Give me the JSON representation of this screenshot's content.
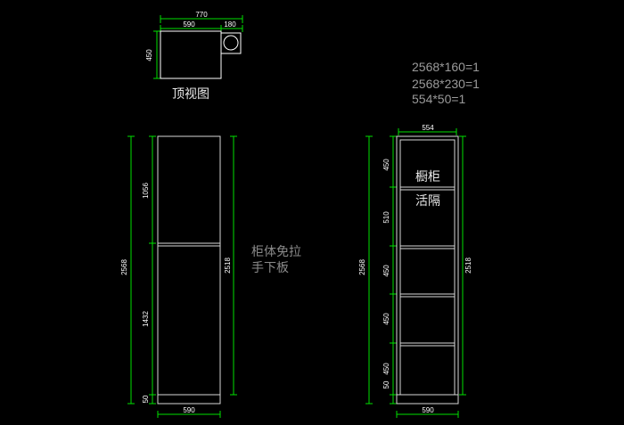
{
  "top_view": {
    "dim_total_width": "770",
    "dim_body_width": "590",
    "dim_side_width": "180",
    "dim_depth": "450",
    "caption": "顶视图"
  },
  "front_view": {
    "dim_total_height": "2568",
    "dim_upper_door": "1056",
    "dim_lower_door": "1432",
    "dim_plinth": "50",
    "dim_body_height": "2518",
    "dim_bottom_width": "590",
    "note_line1": "柜体免拉",
    "note_line2": "手下板"
  },
  "section_view": {
    "dim_top_width": "554",
    "dim_total_height": "2568",
    "dim_body_height": "2518",
    "shelf_dims": [
      "450",
      "510",
      "450",
      "450",
      "450",
      "50"
    ],
    "dim_bottom_width": "590",
    "label_top": "橱柜",
    "label_adjustable": "活隔"
  },
  "panel_list": [
    "2568*160=1",
    "2568*230=1",
    "554*50=1"
  ]
}
